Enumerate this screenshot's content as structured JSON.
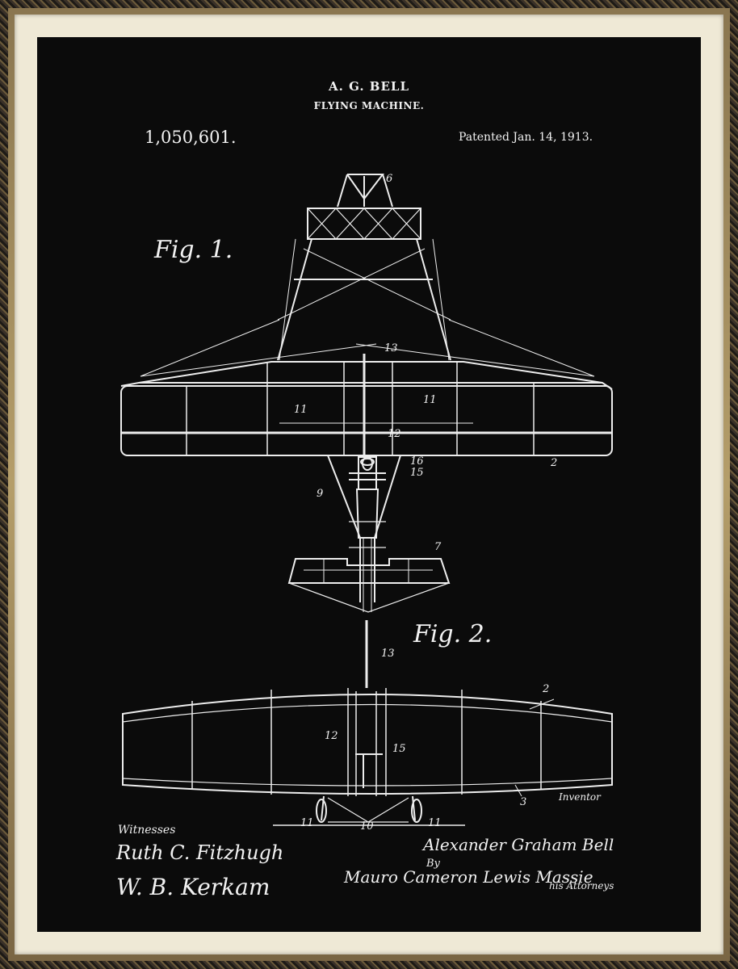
{
  "header": {
    "inventor_name": "A. G. BELL",
    "invention": "FLYING MACHINE.",
    "patent_number": "1,050,601.",
    "patent_date": "Patented Jan. 14, 1913."
  },
  "figures": {
    "fig1_label": "Fig. 1.",
    "fig2_label": "Fig. 2."
  },
  "reference_numerals": {
    "n6": "6",
    "n13a": "13",
    "n11a": "11",
    "n11b": "11",
    "n12a": "12",
    "n16": "16",
    "n15a": "15",
    "n9": "9",
    "n2a": "2",
    "n7": "7",
    "n13b": "13",
    "n2b": "2",
    "n12b": "12",
    "n15b": "15",
    "n3": "3",
    "n11c": "11",
    "n10": "10",
    "n11d": "11"
  },
  "signatures": {
    "witnesses_label": "Witnesses",
    "witness_1": "Ruth C. Fitzhugh",
    "witness_2": "W. B. Kerkam",
    "inventor_label": "Inventor",
    "inventor_signature": "Alexander Graham Bell",
    "by_label": "By",
    "attorneys_signature": "Mauro Cameron Lewis Massie",
    "attorneys_label": "his Attorneys"
  }
}
